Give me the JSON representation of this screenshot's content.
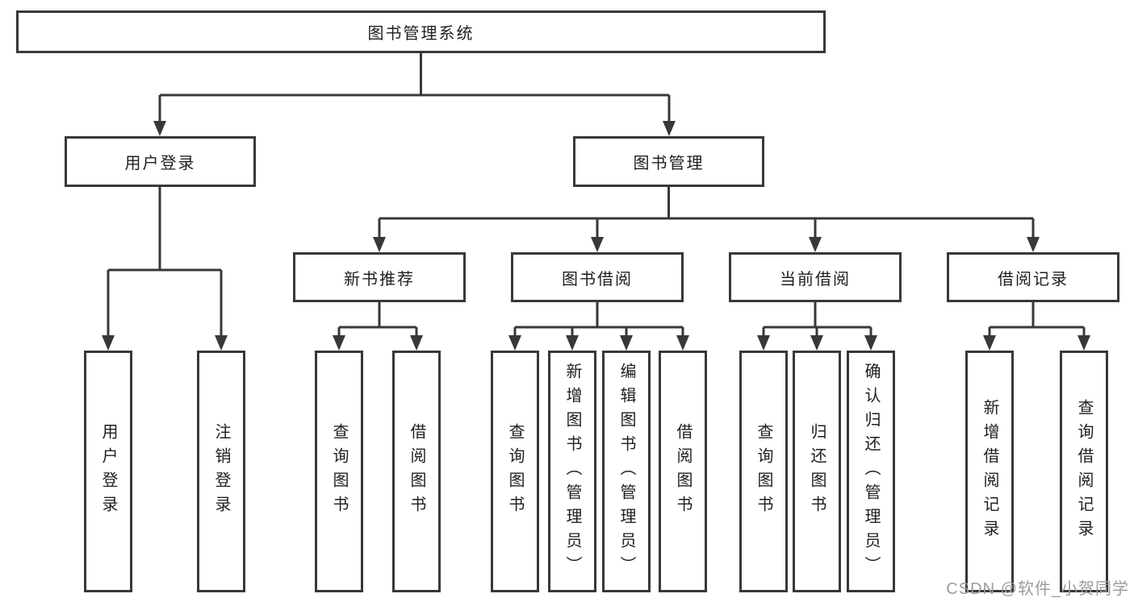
{
  "nodes": {
    "root": "图书管理系统",
    "user_login": "用户登录",
    "book_management": "图书管理",
    "l3": [
      "新书推荐",
      "图书借阅",
      "当前借阅",
      "借阅记录"
    ]
  },
  "leaves": {
    "user_login": [
      "用户登录",
      "注销登录"
    ],
    "new_book": [
      "查询图书",
      "借阅图书"
    ],
    "book_borrow": [
      "查询图书",
      "新增图书（管理员）",
      "编辑图书（管理员）",
      "借阅图书"
    ],
    "current_borrow": [
      "查询图书",
      "归还图书",
      "确认归还（管理员）"
    ],
    "borrow_record": [
      "新增借阅记录",
      "查询借阅记录"
    ]
  },
  "watermark": "CSDN @软件_小贺同学",
  "colors": {
    "line": "#383838",
    "text": "#1f1f1f",
    "watermark": "#9c9c9c",
    "background": "#ffffff"
  }
}
